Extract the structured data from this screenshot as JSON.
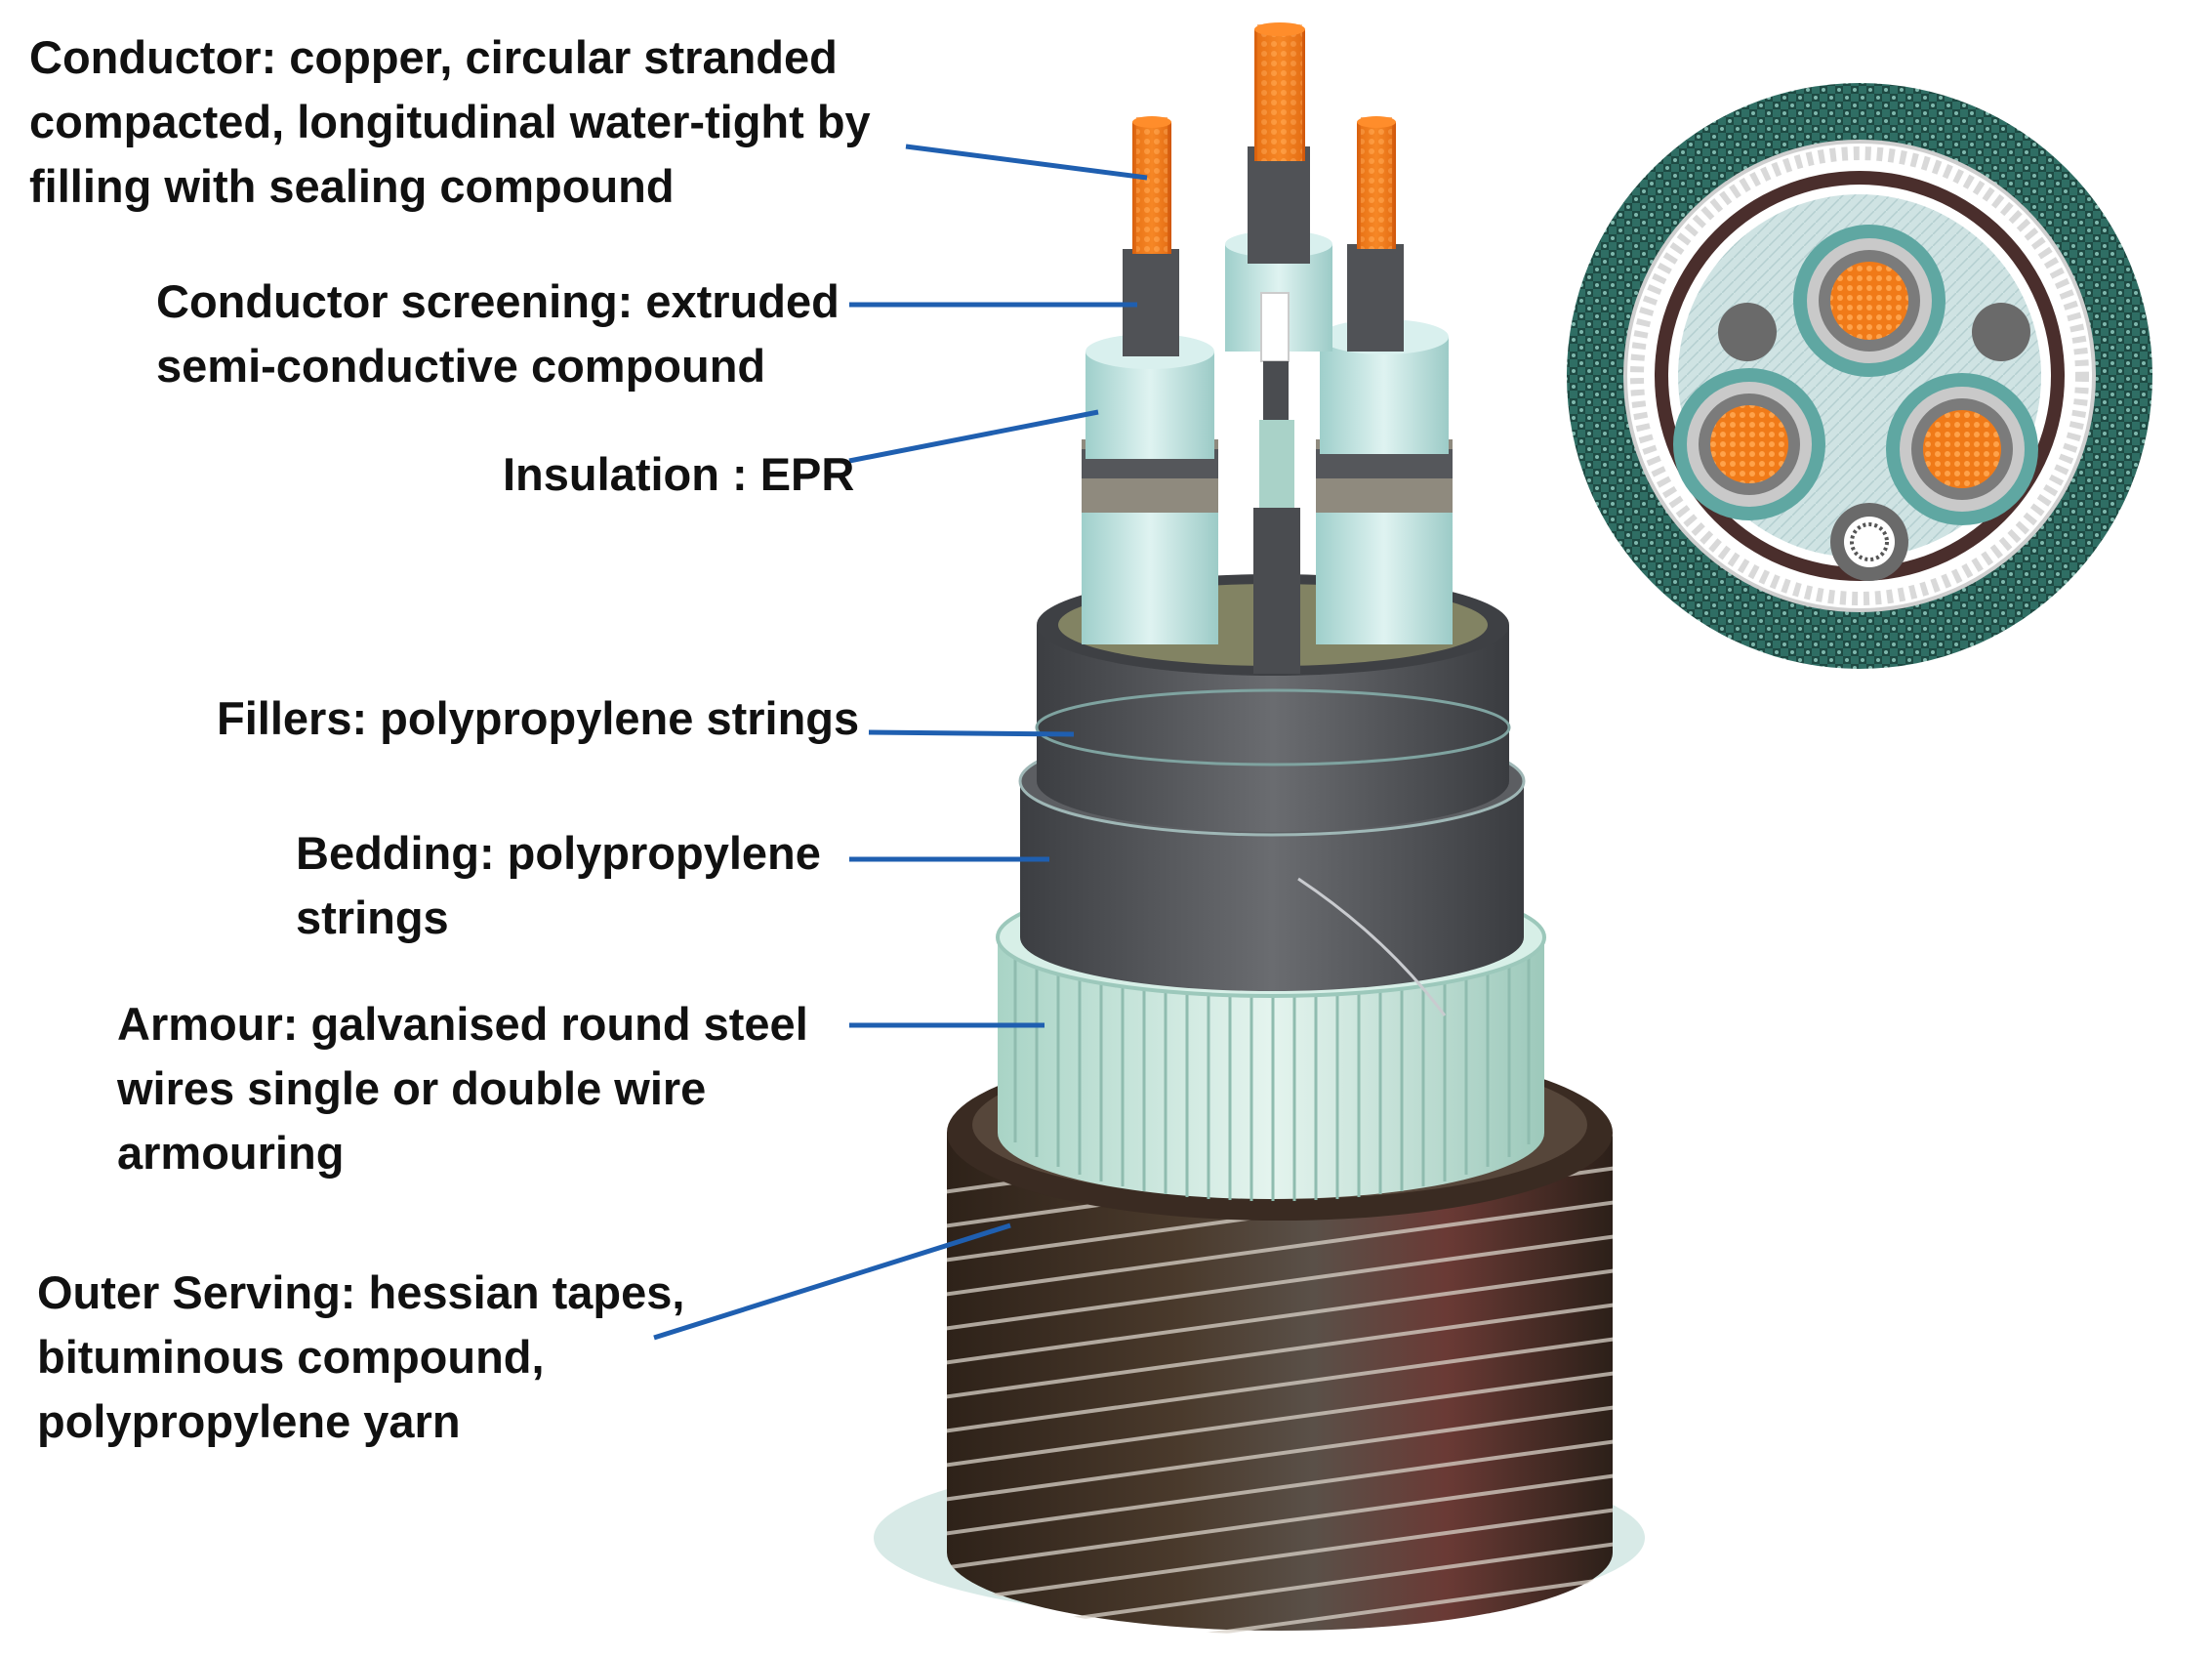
{
  "labels": {
    "conductor": [
      "Conductor: copper, circular stranded",
      "compacted, longitudinal water-tight by",
      "filling with sealing compound"
    ],
    "conductor_screening": [
      "Conductor screening: extruded",
      "semi-conductive compound"
    ],
    "insulation": [
      "Insulation : EPR"
    ],
    "fillers": [
      "Fillers: polypropylene strings"
    ],
    "bedding": [
      "Bedding: polypropylene",
      "strings"
    ],
    "armour": [
      "Armour: galvanised round steel",
      "wires single or double wire",
      "armouring"
    ],
    "outer_serving": [
      "Outer Serving: hessian tapes,",
      "bituminous compound,",
      "polypropylene yarn"
    ]
  },
  "colors": {
    "leader": "#1f5fb0",
    "copper": "#f07a18",
    "screen": "#4a4c50",
    "insulation": "#bfe3e0",
    "sheath": "#55575b",
    "armour": "#cfe9e0",
    "serving": "#3b2a22",
    "cross_section_ring": "#3f7f73"
  }
}
